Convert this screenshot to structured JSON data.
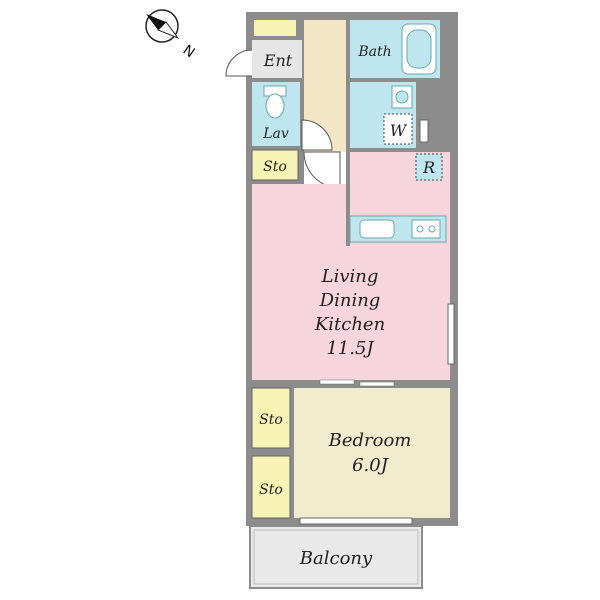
{
  "compass": {
    "north_label": "N",
    "icon": "compass-icon"
  },
  "rooms": {
    "entrance": "Ent",
    "bath": "Bath",
    "lavatory": "Lav",
    "washer": "W",
    "storage_hall": "Sto",
    "refrigerator": "R",
    "ldk": {
      "line1": "Living",
      "line2": "Dining",
      "line3": "Kitchen",
      "size": "11.5J"
    },
    "bedroom": {
      "name": "Bedroom",
      "size": "6.0J"
    },
    "storage_1": "Sto",
    "storage_2": "Sto",
    "balcony": "Balcony"
  },
  "colors": {
    "wall": "#8c8c8c",
    "entrance": "#e6e6e6",
    "corridor": "#f3e6c6",
    "wet_area": "#bfe6ef",
    "storage": "#f7f3b5",
    "ldk": "#f7d5dc",
    "bedroom": "#f2eccf",
    "balcony": "#e9e9e9"
  }
}
